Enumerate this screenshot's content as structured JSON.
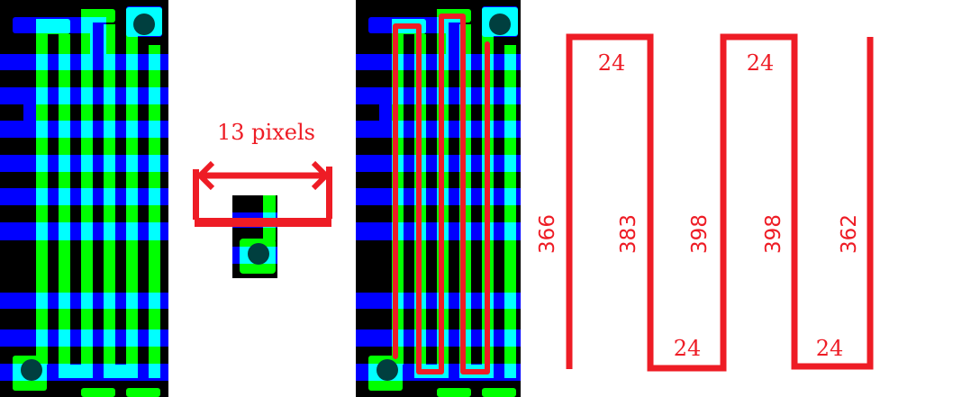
{
  "colors": {
    "red": "#ee1c25",
    "blue": "#0000ff",
    "green": "#00ff00",
    "cyan": "#00ffff",
    "via": "#003f3f",
    "background": "#000000"
  },
  "panels": {
    "layout_original": {
      "title": "pcb-layout-original"
    },
    "pitch_measure": {
      "label": "13 pixels"
    },
    "layout_traced": {
      "title": "pcb-layout-with-red-trace"
    },
    "segment_diagram": {
      "vertical_lengths": [
        "366",
        "383",
        "398",
        "398",
        "362"
      ],
      "horizontal_lengths": [
        "24",
        "24",
        "24",
        "24"
      ]
    }
  }
}
